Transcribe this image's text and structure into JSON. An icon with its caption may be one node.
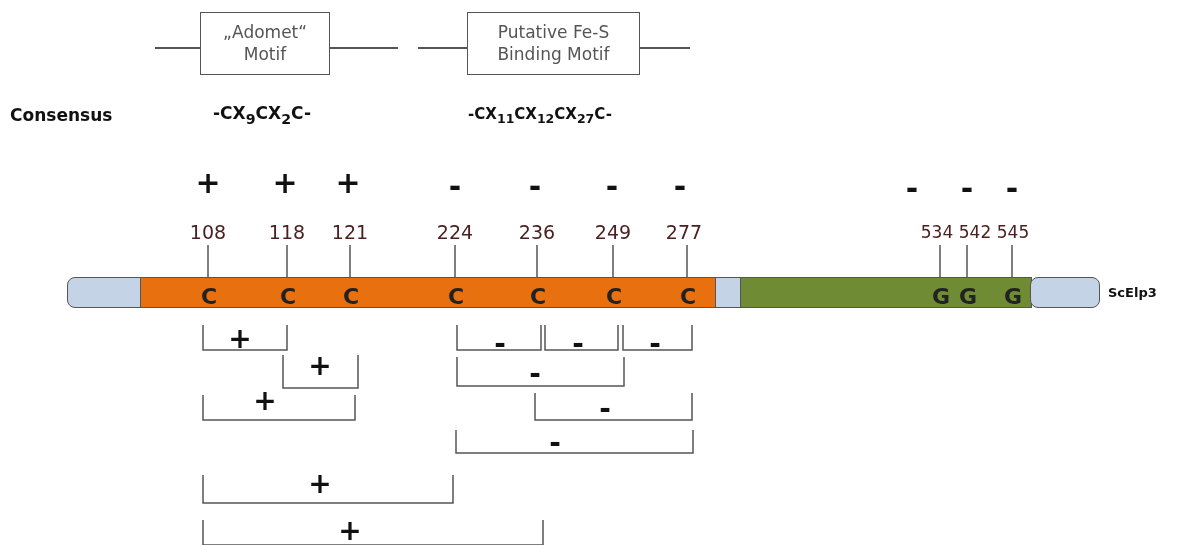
{
  "diagram": {
    "nodes": [
      {
        "text": [
          "„Adomet“ Motif"
        ]
      },
      {
        "text": [
          "Putative Fe-S Binding Motif"
        ]
      },
      {
        "text": [],
        "shape": "bar"
      },
      {
        "text": [
          "C",
          "C",
          "C",
          "C",
          "C",
          "C",
          "C"
        ]
      },
      {
        "text": [],
        "shape": "bar"
      },
      {
        "text": [
          "G",
          "G",
          "G"
        ]
      },
      {
        "text": [],
        "shape": "bar"
      }
    ],
    "labels": [
      "Consensus",
      "-CX$_{9}$CX$_{2}$C-",
      "-CX$_{11}$CX$_{12}$CX$_{27}$C-",
      "+",
      "+",
      "+",
      "-",
      "-",
      "-",
      "-",
      "-",
      "-",
      "-",
      "108",
      "118",
      "121",
      "224",
      "236",
      "249",
      "277",
      "534",
      "542",
      "545",
      "ScElp3",
      "+",
      "-",
      "-",
      "-",
      "+",
      "-",
      "+",
      "-",
      "-",
      "+",
      "+"
    ]
  }
}
